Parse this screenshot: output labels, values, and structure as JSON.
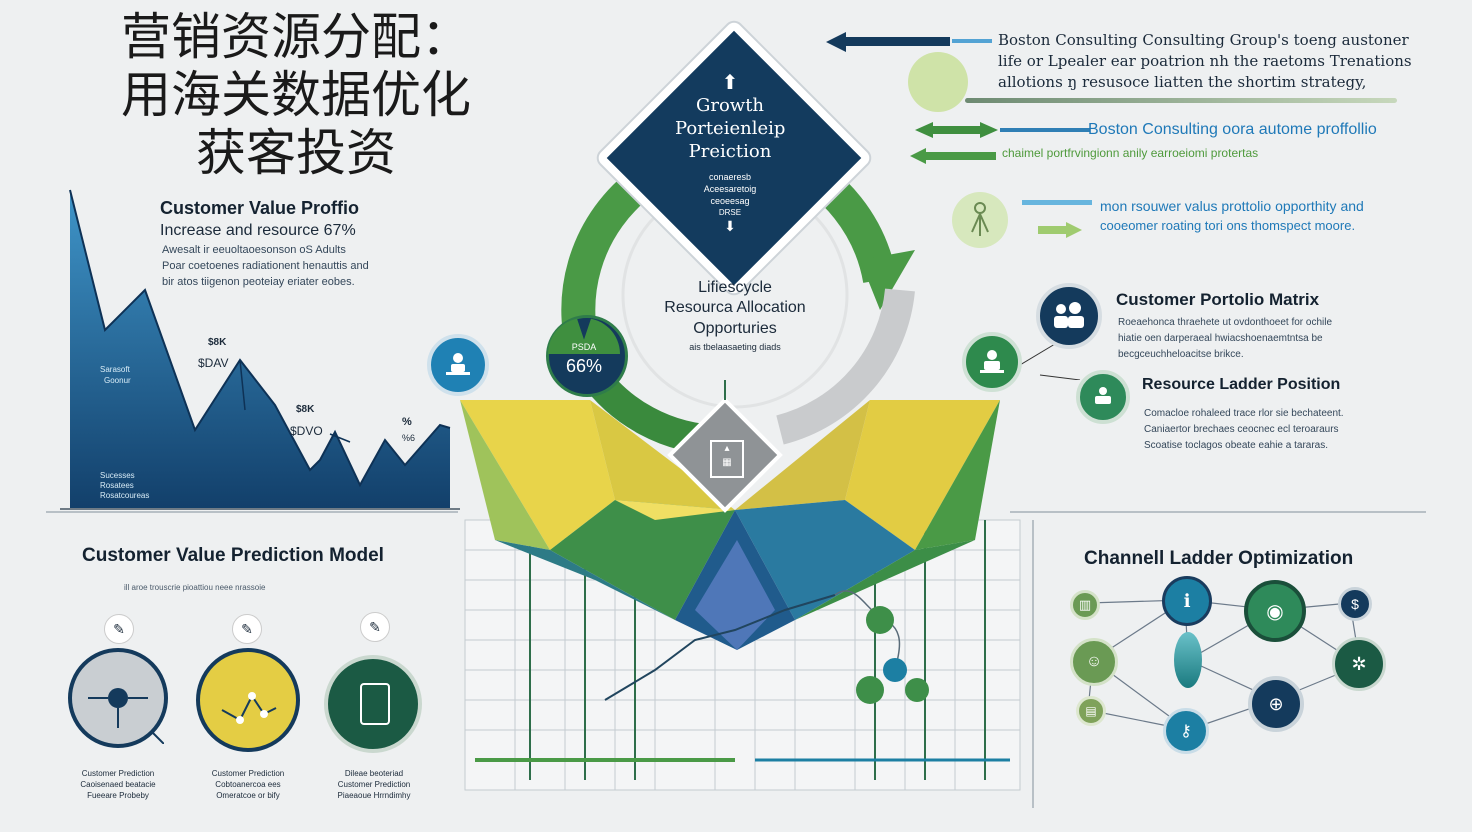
{
  "title_cn": [
    "营销资源分配：",
    "用海关数据优化",
    "获客投资"
  ],
  "top_right": {
    "line1": "Boston Consulting Consulting Group's toeng austoner",
    "line2": "life or Lpealer ear poatrion nh the raetoms Trenations",
    "line3": "allotions ŋ resusoce liatten the shortim strategy,",
    "bcg_line": "Boston Consulting oora autome proffollio",
    "channel_line": "chaimel portfrvingionn anily earroeiomi protertas",
    "mon_line1": "mon rsouwer valus prottolio opporthity and",
    "mon_line2": "cooeomer roating tori ons thomspect moore."
  },
  "left_panel": {
    "title": "Customer Value Proffio",
    "subtitle": "Increase and resource 67%",
    "desc1": "Awesalt ir eeuoltaoesonson oS Adults",
    "desc2": "Poar coetoenes radiationent henauttis and",
    "desc3": "bir atos tiigenon peoteiay eriater eobes.",
    "peak1_label": "$DAV",
    "peak1_top": "$8K",
    "peak2_label": "$DVO",
    "peak2_top": "$8K",
    "peak3_label": "%",
    "peak3_sub": "%6",
    "inner_label1": "Sarasoft",
    "inner_label2": "Goonur",
    "legend1": "Sucesses",
    "legend2": "Rosatees",
    "legend3": "Rosatcoureas"
  },
  "diamond": {
    "line1": "Growth",
    "line2": "Porteienleip",
    "line3": "Preiction",
    "sub1": "conaeresb",
    "sub2": "Aceesaretoig",
    "sub3": "ceoeesag",
    "sub4": "DRSE"
  },
  "center": {
    "line1": "Lifiescycle",
    "line2": "Resourca Allocation",
    "line3": "Opporturies",
    "sub": "ais tbelaasaeting diads",
    "badge_label": "PSDA",
    "badge_value": "66%"
  },
  "value_model": {
    "title": "Customer Value Prediction Model",
    "sub": "ill aroe trouscrie pioattiou neee nrassoie",
    "captions": [
      [
        "Customer Prediction",
        "Caoisenaed beatacie",
        "Fueeare Probeby"
      ],
      [
        "Customer Prediction",
        "Cobtoanercoa ees",
        "Omeratcoe or bify"
      ],
      [
        "Dileae beoteriad",
        "Customer Prediction",
        "Piaeaoue Hrrndimhy"
      ]
    ]
  },
  "matrix": {
    "title": "Customer Portolio Matrix",
    "desc1": "Roeaehonca thraehete ut ovdonthoeet for ochile",
    "desc2": "hiatie oen darperaeal hwiacshoenaemtntsa be",
    "desc3": "becgceuchheloacitse brikce."
  },
  "ladder_pos": {
    "title": "Resource Ladder Position",
    "desc1": "Comacloe rohaleed trace rlor sie bechateent.",
    "desc2": "Caniaertor brechaes ceocnec ecl teroaraurs",
    "desc3": "Scoatise toclagos obeate eahie a tararas."
  },
  "channel": {
    "title": "Channell Ladder Optimization"
  },
  "colors": {
    "navy": "#143a5c",
    "teal": "#1c7fa3",
    "green": "#4a9a46",
    "yellow": "#e2c93d",
    "light_green": "#cfe3a8"
  }
}
